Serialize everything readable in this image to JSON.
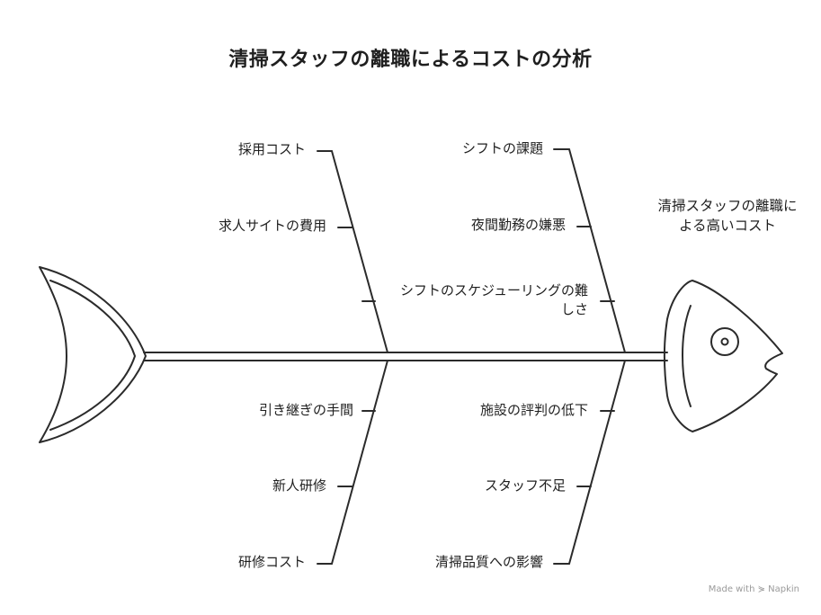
{
  "title": "清掃スタッフの離職によるコストの分析",
  "effect": "清掃スタッフの離職による高いコスト",
  "causes": {
    "top_left": [
      "採用コスト",
      "求人サイトの費用",
      ""
    ],
    "top_right": [
      "シフトの課題",
      "夜間勤務の嫌悪",
      "シフトのスケジューリングの難しさ"
    ],
    "bottom_left": [
      "引き継ぎの手間",
      "新人研修",
      "研修コスト"
    ],
    "bottom_right": [
      "施設の評判の低下",
      "スタッフ不足",
      "清掃品質への影響"
    ]
  },
  "footer": "Made with ⋟ Napkin",
  "colors": {
    "stroke": "#2b2b2b",
    "text": "#1f1f1f",
    "footer": "#9a9a9a"
  }
}
